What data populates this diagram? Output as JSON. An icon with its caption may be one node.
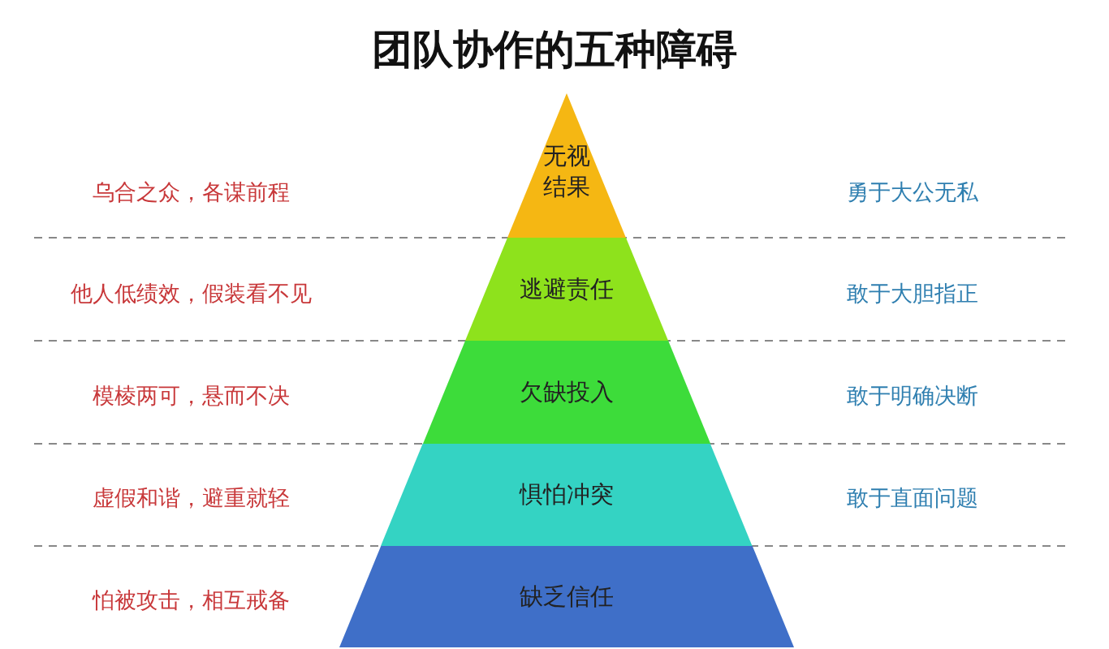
{
  "diagram": {
    "title": "团队协作的五种障碍",
    "nodes": [
      {
        "text": [
          "无视结果"
        ]
      },
      {
        "text": [
          "逃避责任"
        ]
      },
      {
        "text": [
          "欠缺投入"
        ]
      },
      {
        "text": [
          "惧怕冲突"
        ]
      },
      {
        "text": [
          "缺乏信任"
        ]
      }
    ],
    "edges": [],
    "labels": [
      "乌合之众，各谋前程",
      "勇于大公无私",
      "他人低绩效，假装看不见",
      "敢于大胆指正",
      "模棱两可，悬而不决",
      "敢于明确决断",
      "虚假和谐，避重就轻",
      "敢于直面问题",
      "怕被攻击，相互戒备"
    ]
  }
}
